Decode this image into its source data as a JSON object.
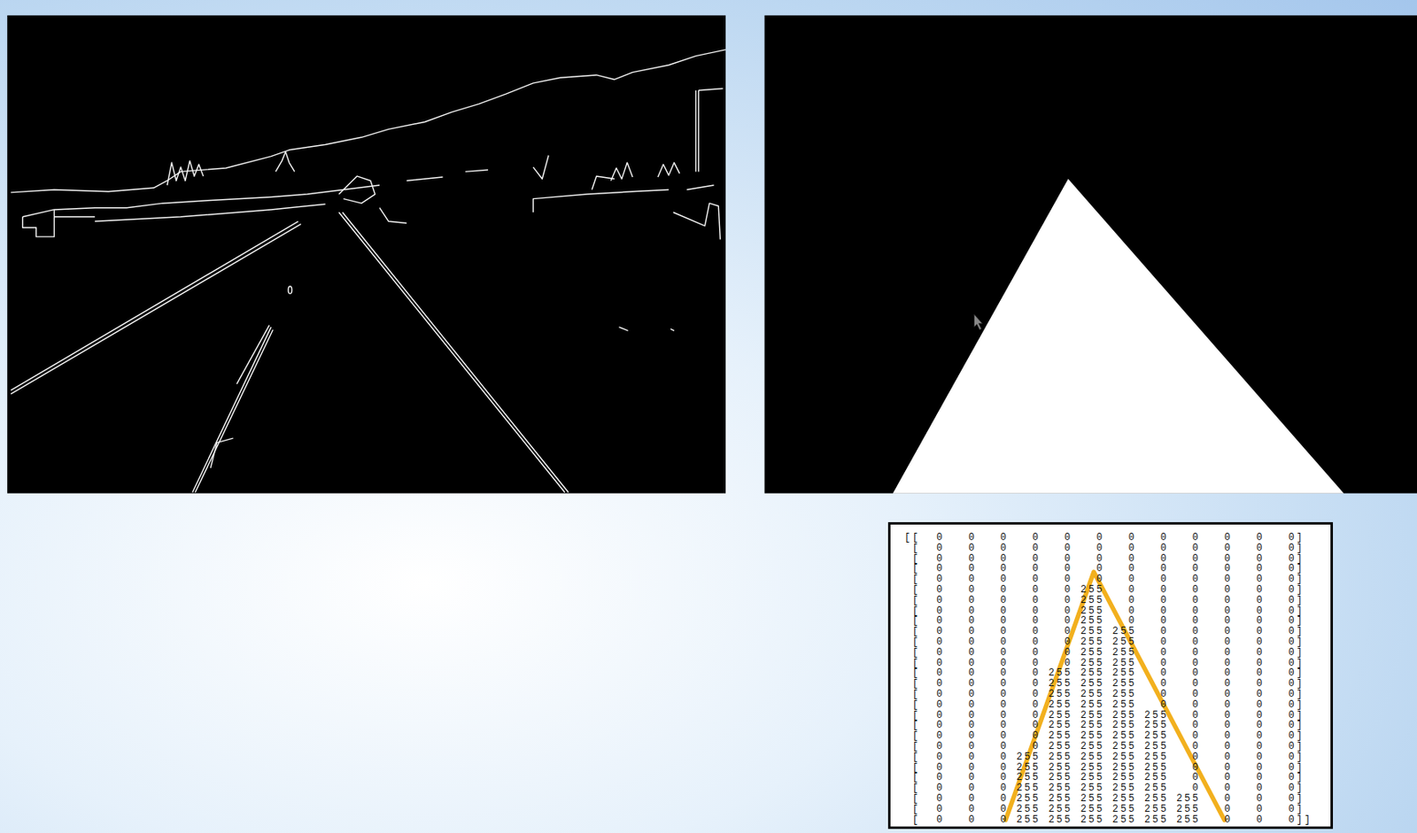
{
  "diagram": {
    "labels": [
      "[[  0   0   0   0   0   0   0   0   0   0   0   0]",
      " [  0   0   0   0   0   0   0   0   0   0   0   0]",
      " [  0   0   0   0   0   0   0   0   0   0   0   0]",
      " [  0   0   0   0   0   0   0   0   0   0   0   0]",
      " [  0   0   0   0   0   0   0   0   0   0   0   0]",
      " [  0   0   0   0   0 255   0   0   0   0   0   0]",
      " [  0   0   0   0   0 255   0   0   0   0   0   0]",
      " [  0   0   0   0   0 255   0   0   0   0   0   0]",
      " [  0   0   0   0   0 255   0   0   0   0   0   0]",
      " [  0   0   0   0   0 255 255   0   0   0   0   0]",
      " [  0   0   0   0   0 255 255   0   0   0   0   0]",
      " [  0   0   0   0   0 255 255   0   0   0   0   0]",
      " [  0   0   0   0   0 255 255   0   0   0   0   0]",
      " [  0   0   0   0 255 255 255   0   0   0   0   0]",
      " [  0   0   0   0 255 255 255   0   0   0   0   0]",
      " [  0   0   0   0 255 255 255   0   0   0   0   0]",
      " [  0   0   0   0 255 255 255   0   0   0   0   0]",
      " [  0   0   0   0 255 255 255 255   0   0   0   0]",
      " [  0   0   0   0 255 255 255 255   0   0   0   0]",
      " [  0   0   0   0 255 255 255 255   0   0   0   0]",
      " [  0   0   0   0 255 255 255 255   0   0   0   0]",
      " [  0   0   0 255 255 255 255 255   0   0   0   0]",
      " [  0   0   0 255 255 255 255 255   0   0   0   0]",
      " [  0   0   0 255 255 255 255 255   0   0   0   0]",
      " [  0   0   0 255 255 255 255 255   0   0   0   0]",
      " [  0   0   0 255 255 255 255 255 255   0   0   0]",
      " [  0   0   0 255 255 255 255 255 255   0   0   0]",
      " [  0   0   0 255 255 255 255 255 255   0   0   0]]"
    ]
  }
}
